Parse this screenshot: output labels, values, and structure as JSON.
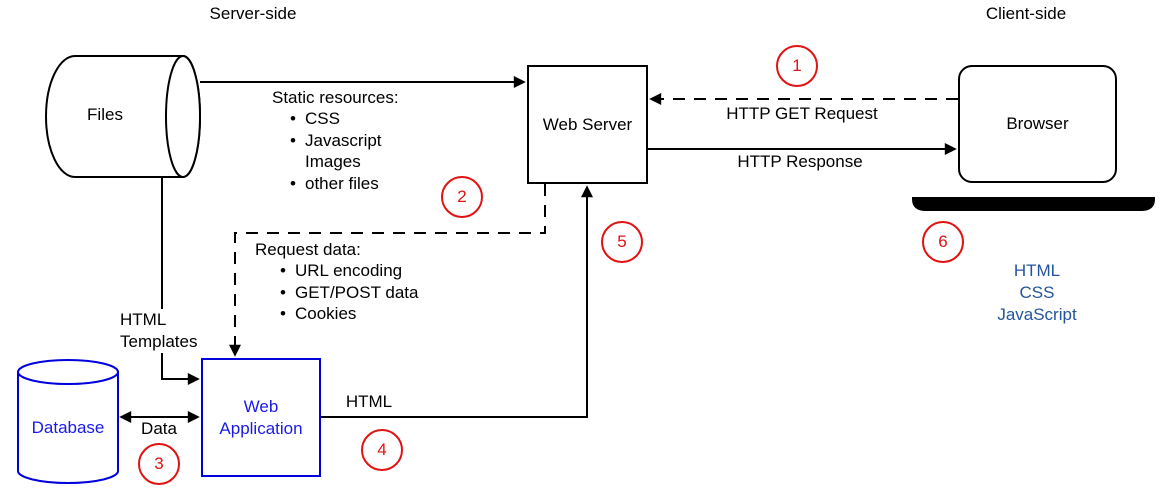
{
  "diagram": {
    "bullet_char": "•",
    "sections": {
      "server_side": "Server-side",
      "client_side": "Client-side"
    },
    "nodes": {
      "files": {
        "label": "Files"
      },
      "web_server": {
        "label": "Web Server"
      },
      "browser": {
        "label": "Browser"
      },
      "database": {
        "label": "Database"
      },
      "web_application": {
        "line1": "Web",
        "line2": "Application"
      }
    },
    "edges": {
      "http_get_request": "HTTP GET Request",
      "http_response": "HTTP Response",
      "html_templates": {
        "line1": "HTML",
        "line2": "Templates"
      },
      "data": "Data",
      "html": "HTML"
    },
    "notes": {
      "static_resources": {
        "title": "Static resources:",
        "items": [
          "CSS",
          "Javascript",
          "Images",
          "other files"
        ]
      },
      "request_data": {
        "title": "Request data:",
        "items": [
          "URL encoding",
          "GET/POST data",
          "Cookies"
        ]
      },
      "browser_payload": {
        "items": [
          "HTML",
          "CSS",
          "JavaScript"
        ]
      }
    },
    "steps": [
      "1",
      "2",
      "3",
      "4",
      "5",
      "6"
    ],
    "colors": {
      "line": "#000000",
      "node_blue": "#0000dd",
      "step_red": "#e01212",
      "payload_blue": "#24549b"
    }
  }
}
